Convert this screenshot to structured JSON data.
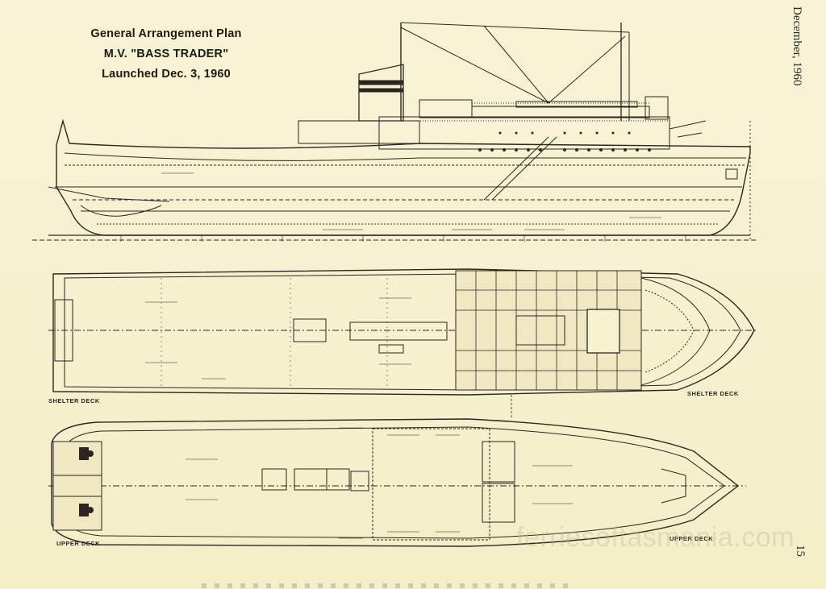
{
  "title": {
    "line1": "General Arrangement Plan",
    "line2": "M.V. \"BASS TRADER\"",
    "line3": "Launched Dec. 3, 1960"
  },
  "margin": {
    "date": "December, 1960",
    "page_number": "15"
  },
  "decks": {
    "shelter_left": "SHELTER DECK",
    "shelter_right": "SHELTER DECK",
    "upper_left": "UPPER DECK",
    "upper_right": "UPPER DECK"
  },
  "watermark": "ferriesoftasmania.com",
  "colors": {
    "paper": "#f6f1cf",
    "ink": "#2b2620"
  }
}
